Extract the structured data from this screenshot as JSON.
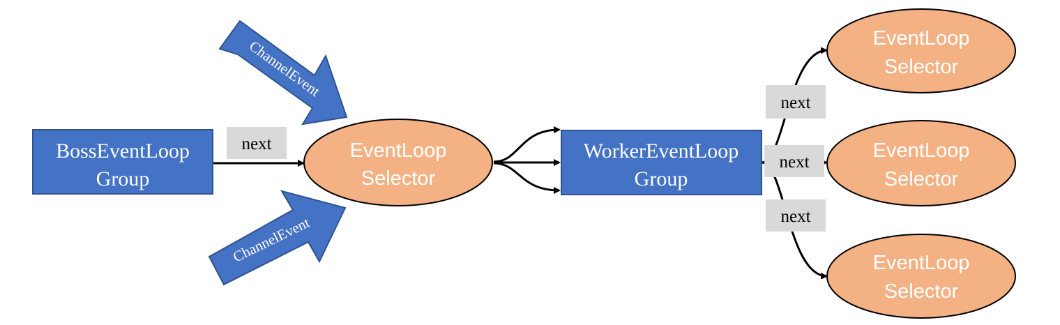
{
  "colors": {
    "box_fill": "#4472c4",
    "box_stroke": "#2f528f",
    "ellipse_fill": "#f4b183",
    "ellipse_stroke": "#000000",
    "label_bg": "#d9d9d9",
    "edge": "#000000"
  },
  "boss": {
    "line1": "BossEventLoop",
    "line2": "Group"
  },
  "worker": {
    "line1": "WorkerEventLoop",
    "line2": "Group"
  },
  "boss_selector": {
    "line1": "EventLoop",
    "line2": "Selector"
  },
  "worker_selectors": [
    {
      "line1": "EventLoop",
      "line2": "Selector"
    },
    {
      "line1": "EventLoop",
      "line2": "Selector"
    },
    {
      "line1": "EventLoop",
      "line2": "Selector"
    }
  ],
  "labels": {
    "boss_next": "next",
    "worker_next_top": "next",
    "worker_next_mid": "next",
    "worker_next_bottom": "next"
  },
  "channel_events": {
    "top": "ChannelEvent",
    "bottom": "ChannelEvent"
  }
}
